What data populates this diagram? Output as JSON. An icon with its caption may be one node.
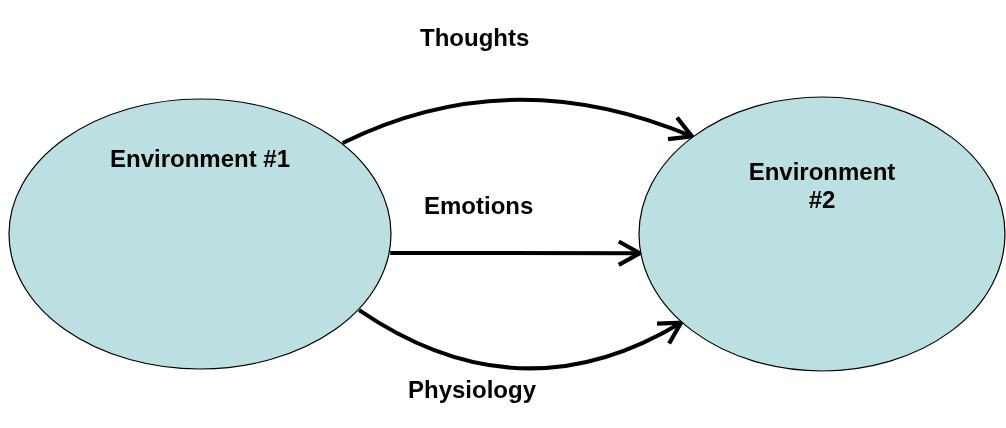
{
  "diagram": {
    "nodes": [
      {
        "text": [
          "Environment #1"
        ]
      },
      {
        "text": [
          "Environment #2"
        ]
      }
    ],
    "edges": [
      {
        "from": 0,
        "to": 1,
        "arrow": "to",
        "label": "Thoughts"
      },
      {
        "from": 0,
        "to": 1,
        "arrow": "to",
        "label": "Emotions"
      },
      {
        "from": 0,
        "to": 1,
        "arrow": "to",
        "label": "Physiology"
      }
    ]
  }
}
